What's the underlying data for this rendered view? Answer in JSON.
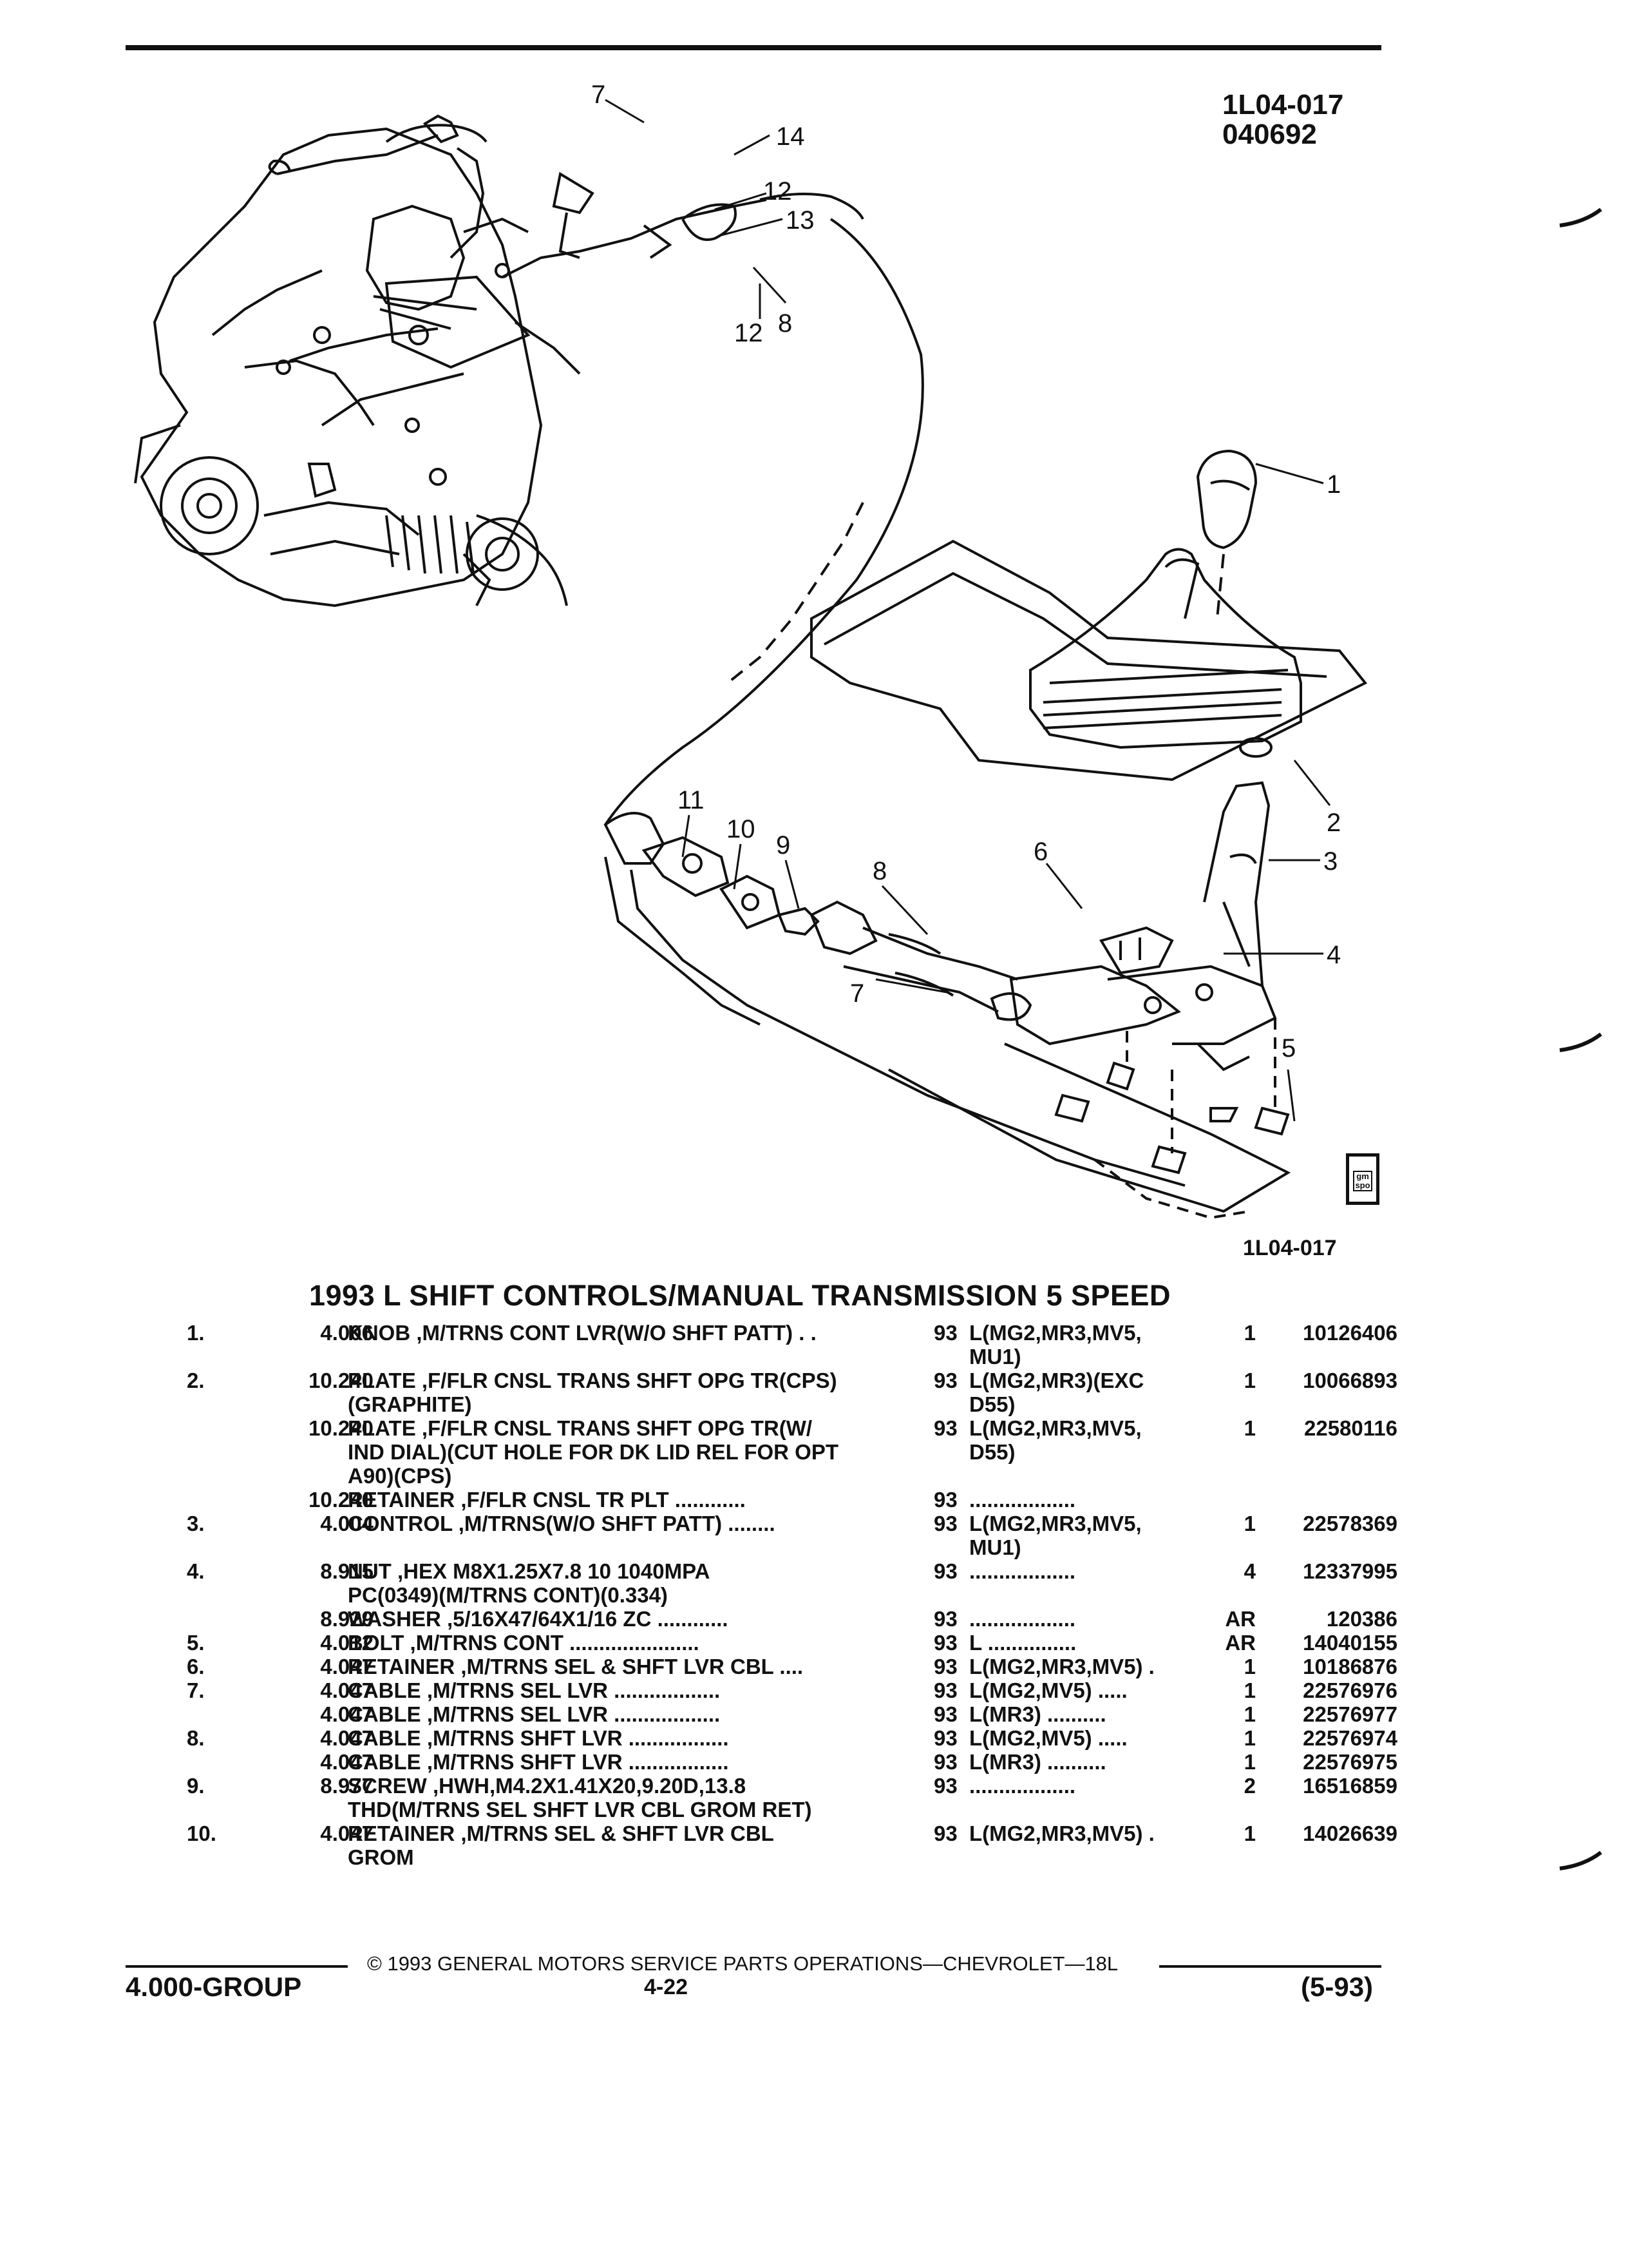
{
  "header": {
    "figure_code_line1": "1L04-017",
    "figure_code_line2": "040692"
  },
  "diagram": {
    "callouts": [
      "1",
      "2",
      "3",
      "4",
      "5",
      "6",
      "7",
      "8",
      "9",
      "10",
      "11",
      "12",
      "13",
      "14"
    ],
    "figure_code_bottom": "1L04-017",
    "logo_text": "gm spo"
  },
  "section_title": "1993 L SHIFT CONTROLS/MANUAL TRANSMISSION 5 SPEED",
  "parts": [
    {
      "no": "1.",
      "group": "4.006",
      "desc": [
        "KNOB ,M/TRNS CONT LVR(W/O SHFT PATT) . ."
      ],
      "year": "93",
      "usage": [
        "L(MG2,MR3,MV5,",
        "MU1)"
      ],
      "qty": "1",
      "pn": "10126406"
    },
    {
      "no": "2.",
      "group": "10.240",
      "desc": [
        "PLATE ,F/FLR CNSL TRANS SHFT OPG TR(CPS)",
        "(GRAPHITE)"
      ],
      "year": "93",
      "usage": [
        "L(MG2,MR3)(EXC",
        "D55)"
      ],
      "qty": "1",
      "pn": "10066893"
    },
    {
      "no": "",
      "group": "10.240",
      "desc": [
        "PLATE ,F/FLR CNSL TRANS SHFT OPG TR(W/",
        "IND DIAL)(CUT HOLE FOR DK LID REL FOR OPT",
        "A90)(CPS)"
      ],
      "year": "93",
      "usage": [
        "L(MG2,MR3,MV5,",
        "D55)"
      ],
      "qty": "1",
      "pn": "22580116"
    },
    {
      "no": "",
      "group": "10.240",
      "desc": [
        "RETAINER ,F/FLR CNSL TR PLT ............"
      ],
      "year": "93",
      "usage": [
        ".................."
      ],
      "qty": "",
      "pn": ""
    },
    {
      "no": "3.",
      "group": "4.004",
      "desc": [
        "CONTROL ,M/TRNS(W/O SHFT PATT) ........"
      ],
      "year": "93",
      "usage": [
        "L(MG2,MR3,MV5,",
        "MU1)"
      ],
      "qty": "1",
      "pn": "22578369"
    },
    {
      "no": "4.",
      "group": "8.915",
      "desc": [
        "NUT ,HEX M8X1.25X7.8 10 1040MPA",
        "PC(0349)(M/TRNS CONT)(0.334)"
      ],
      "year": "93",
      "usage": [
        ".................."
      ],
      "qty": "4",
      "pn": "12337995"
    },
    {
      "no": "",
      "group": "8.929",
      "desc": [
        "WASHER ,5/16X47/64X1/16 ZC ............"
      ],
      "year": "93",
      "usage": [
        ".................."
      ],
      "qty": "AR",
      "pn": "120386"
    },
    {
      "no": "5.",
      "group": "4.012",
      "desc": [
        "BOLT ,M/TRNS CONT ......................"
      ],
      "year": "93",
      "usage": [
        "L ..............."
      ],
      "qty": "AR",
      "pn": "14040155"
    },
    {
      "no": "6.",
      "group": "4.047",
      "desc": [
        "RETAINER ,M/TRNS SEL & SHFT LVR CBL ...."
      ],
      "year": "93",
      "usage": [
        "L(MG2,MR3,MV5) ."
      ],
      "qty": "1",
      "pn": "10186876"
    },
    {
      "no": "7.",
      "group": "4.047",
      "desc": [
        "CABLE ,M/TRNS SEL LVR .................."
      ],
      "year": "93",
      "usage": [
        "L(MG2,MV5) ....."
      ],
      "qty": "1",
      "pn": "22576976"
    },
    {
      "no": "",
      "group": "4.047",
      "desc": [
        "CABLE ,M/TRNS SEL LVR .................."
      ],
      "year": "93",
      "usage": [
        "L(MR3) .........."
      ],
      "qty": "1",
      "pn": "22576977"
    },
    {
      "no": "8.",
      "group": "4.047",
      "desc": [
        "CABLE ,M/TRNS SHFT LVR ................."
      ],
      "year": "93",
      "usage": [
        "L(MG2,MV5) ....."
      ],
      "qty": "1",
      "pn": "22576974"
    },
    {
      "no": "",
      "group": "4.047",
      "desc": [
        "CABLE ,M/TRNS SHFT LVR ................."
      ],
      "year": "93",
      "usage": [
        "L(MR3) .........."
      ],
      "qty": "1",
      "pn": "22576975"
    },
    {
      "no": "9.",
      "group": "8.977",
      "desc": [
        "SCREW ,HWH,M4.2X1.41X20,9.20D,13.8",
        "THD(M/TRNS SEL SHFT LVR CBL GROM RET)"
      ],
      "year": "93",
      "usage": [
        ".................."
      ],
      "qty": "2",
      "pn": "16516859"
    },
    {
      "no": "10.",
      "group": "4.047",
      "desc": [
        "RETAINER ,M/TRNS SEL & SHFT LVR CBL",
        "GROM"
      ],
      "year": "93",
      "usage": [
        "L(MG2,MR3,MV5) ."
      ],
      "qty": "1",
      "pn": "14026639"
    }
  ],
  "footer": {
    "copyright": "© 1993 GENERAL MOTORS SERVICE PARTS OPERATIONS—CHEVROLET—18L",
    "group": "4.000-GROUP",
    "page": "4-22",
    "date": "(5-93)"
  }
}
